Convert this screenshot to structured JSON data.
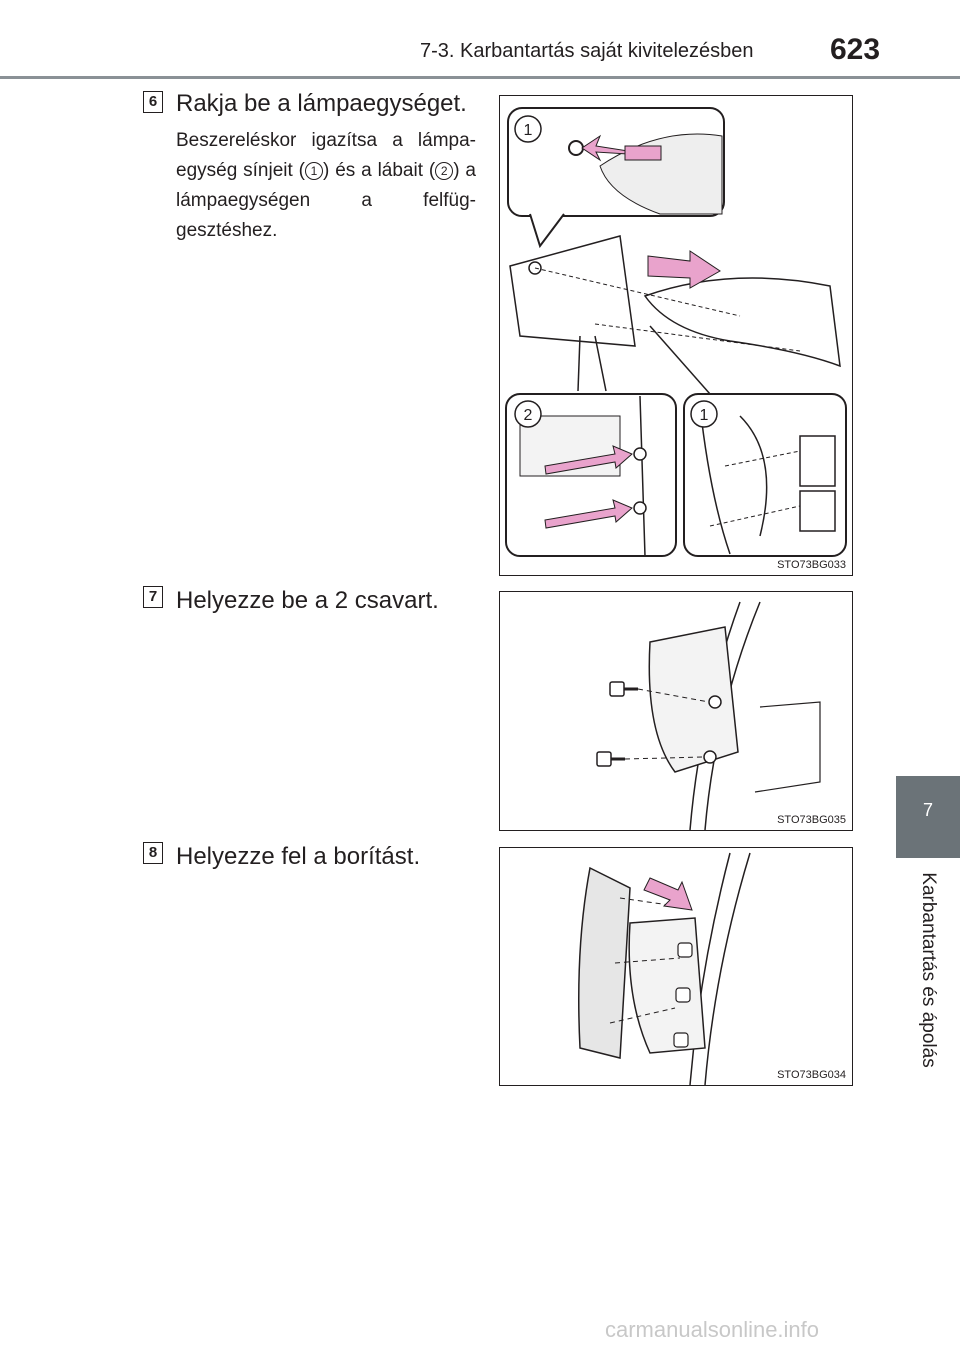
{
  "header": {
    "section_title": "7-3. Karbantartás saját kivitelezésben",
    "page_number": "623"
  },
  "side_tab": {
    "chapter_number": "7",
    "chapter_title": "Karbantartás és ápolás"
  },
  "steps": [
    {
      "number": "6",
      "title": "Rakja be a lámpaegységet.",
      "desc_part1": "Beszereléskor igazítsa a lámpa-egység sínjeit (",
      "marker1": "1",
      "desc_part2": ") és a lábait (",
      "marker2": "2",
      "desc_part3": ") a lámpaegységen a felfüg-gesztéshez.",
      "figure_code": "STO73BG033",
      "callouts": [
        "1",
        "2",
        "1"
      ]
    },
    {
      "number": "7",
      "title": "Helyezze be a 2 csavart.",
      "figure_code": "STO73BG035"
    },
    {
      "number": "8",
      "title": "Helyezze fel a borítást.",
      "figure_code": "STO73BG034"
    }
  ],
  "colors": {
    "accent_arrow": "#e9a3cc",
    "tab_bg": "#6b7378",
    "rule": "#8a9196"
  },
  "watermark": "carmanualsonline.info"
}
